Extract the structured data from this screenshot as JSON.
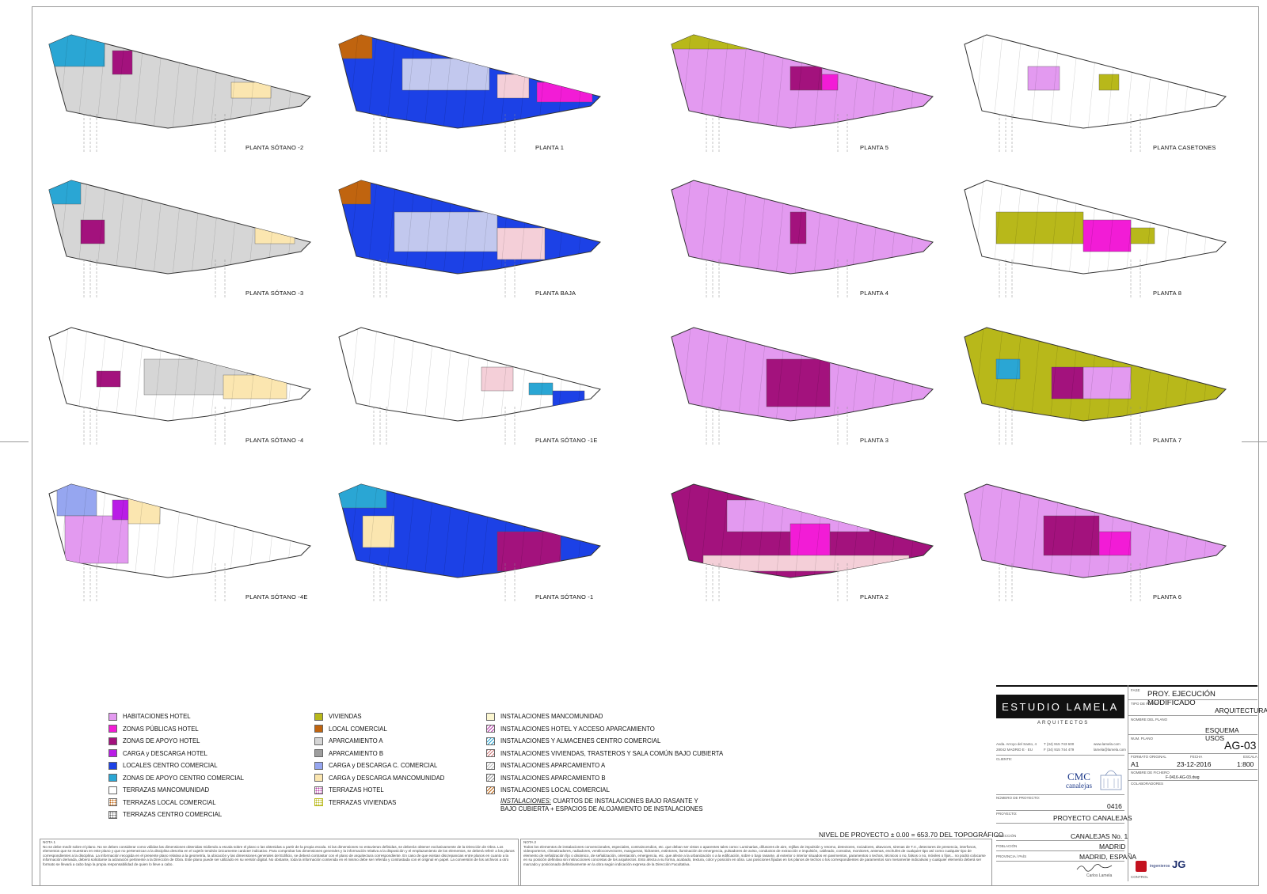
{
  "plans": {
    "sotano_2": "PLANTA SÓTANO -2",
    "sotano_3": "PLANTA SÓTANO -3",
    "sotano_4": "PLANTA SÓTANO -4",
    "sotano_4e": "PLANTA SÓTANO -4E",
    "planta_1": "PLANTA 1",
    "planta_baja": "PLANTA BAJA",
    "sotano_1e": "PLANTA SÓTANO -1E",
    "sotano_1": "PLANTA SÓTANO -1",
    "planta_5": "PLANTA 5",
    "planta_4": "PLANTA 4",
    "planta_3": "PLANTA 3",
    "planta_2": "PLANTA 2",
    "casetones": "PLANTA CASETONES",
    "planta_8": "PLANTA 8",
    "planta_7": "PLANTA 7",
    "planta_6": "PLANTA 6"
  },
  "colors": {
    "habitaciones": "#e39af0",
    "zonas_publicas": "#f21cd6",
    "apoyo_hotel": "#a3127d",
    "carga_hotel": "#b91ce6",
    "locales": "#1c41e6",
    "apoyo_centro": "#2aa6d4",
    "viviendas": "#b8b81a",
    "local_comercial": "#c0640f",
    "aparcamiento_a": "#d6d6d6",
    "aparcamiento_b": "#9e9e9e",
    "carga_comercial": "#96a6f0",
    "carga_mancomunidad": "#fbe6b0",
    "inst_mancomunidad": "#fbf6d0",
    "pasillo": "#c2c8ee",
    "pink_light": "#f4cfd8"
  },
  "legend": {
    "col1": [
      "HABITACIONES HOTEL",
      "ZONAS PÚBLICAS HOTEL",
      "ZONAS DE APOYO HOTEL",
      "CARGA y DESCARGA HOTEL",
      "LOCALES CENTRO COMERCIAL",
      "ZONAS DE APOYO CENTRO COMERCIAL",
      "TERRAZAS MANCOMUNIDAD",
      "TERRAZAS LOCAL COMERCIAL",
      "TERRAZAS CENTRO COMERCIAL"
    ],
    "col2": [
      "VIVIENDAS",
      "LOCAL COMERCIAL",
      "APARCAMIENTO A",
      "APARCAMIENTO B",
      "CARGA y DESCARGA C. COMERCIAL",
      "CARGA y DESCARGA MANCOMUNIDAD",
      "TERRAZAS HOTEL",
      "TERRAZAS VIVIENDAS"
    ],
    "col3": [
      "INSTALACIONES MANCOMUNIDAD",
      "INSTALACIONES HOTEL Y ACCESO APARCAMIENTO",
      "INSTALACIONES  Y ALMACENES CENTRO COMERCIAL",
      "INSTALACIONES VIVIENDAS, TRASTEROS Y SALA COMÚN BAJO CUBIERTA",
      "INSTALACIONES APARCAMIENTO A",
      "INSTALACIONES APARCAMIENTO B",
      "INSTALACIONES LOCAL COMERCIAL"
    ],
    "inst_title": "INSTALACIONES:",
    "inst_text1": " CUARTOS DE INSTALACIONES BAJO RASANTE Y",
    "inst_text2": "BAJO CUBIERTA + ESPACIOS DE ALOJAMIENTO DE INSTALACIONES"
  },
  "nivel": "NIVEL DE PROYECTO ± 0.00 = 653.70 DEL TOPOGRÁFICO",
  "notes": {
    "nota1_title": "NOTA 1",
    "nota1": "No se debe medir sobre el plano. No se deben considerar como válidas las dimensiones obtenidas midiendo a escala sobre el plano o las obtenidas a partir de la propia escala. Si las dimensiones no estuvieran definidas, se deberán obtener exclusivamente de la Dirección de Obra. Los elementos que se muestran en este plano y que no pertenezcan a la disciplina descrita en el cajetín tendrán únicamente carácter indicativo. Para comprobar las dimensiones generales y la información relativa a la disposición y el emplazamiento de los elementos, se deberá referir a los planos correspondientes a la disciplina. La información recogida en el presente plano relativa a la geometría, la ubicación y las dimensiones generales del Edificio, se deberá contrastar con el plano de arquitectura correspondiente. En caso de que existan discrepancias entre planos en cuanto a la información derivada, deberá solicitarse la aclaración pertinente a la Dirección de Obra. Este plano puede ser utilizado en su versión digital. No obstante, toda la información contenida en el mismo debe ser referida y contrastada con el original en papel. La conversión de los archivos a otro formato se llevará a cabo bajo la propia responsabilidad de quien lo lleve a cabo.",
    "nota2_title": "NOTA 2",
    "nota2": "Todos los elementos de instalaciones convencionales, especiales, contraincendios, etc. que deban ser vistos o aparentes tales como: Luminarias, difusores de aire, rejillas de impulsión y retorno, detectores, rociadores, altavoces, sirenas de T.V., detectores de presencia, interfonos, videoporteros, climatizadores, radiadores, ventiloconvectores, mangueras, hidrantes, extintores, iluminación de emergencia, pulsadores de aviso, conductos de extracción e impulsión, cableado, consolas, monitores, antenas, enchufes de cualquier tipo así como cualquier tipo de elemento de señalización fijo o dinámico, de señalización, orientación, emergencia, etc. que afecte a la urbanización o a la edificación, sobre o bajo rasante, al exterior o interior situados en pavimentos, paramentos o techos, técnicos o no, falsos o no, móviles o fijos... no podrá colocarse en su posición definitiva sin instrucciones concretas de los arquitectos. Esto afecta a su forma, acabado, textura, color y posición en obra. Las posiciones fijadas en los planos de techos o los correspondientes de paramentos son meramente indicativas y cualquier elemento deberá ser marcado y posicionado definitivamente en la obra según indicación expresa de la Dirección Facultativa."
  },
  "titleblock": {
    "studio": "ESTUDIO LAMELA",
    "studio_sub": "ARQUITECTOS",
    "address1": "Avda. Arroyo del Santo, 4",
    "address2": "28042 MADRID   E · EU",
    "phone1": "T (34) 915 743 600",
    "phone2": "F (34) 915 744 479",
    "web1": "www.lamela.com",
    "web2": "lamela@lamela.com",
    "cliente_lbl": "CLIENTE:",
    "cliente_logo": "CMC",
    "cliente_logo2": "canalejas",
    "fase_lbl": "FASE",
    "fase": "PROY. EJECUCIÓN MODIFICADO",
    "tipo_lbl": "TIPO DE PLANO",
    "tipo": "ARQUITECTURA",
    "nombre_lbl": "NOMBRE DEL PLANO",
    "nombre": "ESQUEMA USOS",
    "num_lbl": "NUM. PLANO",
    "num": "AG-03",
    "formato_lbl": "FORMATO ORIGINAL",
    "formato": "A1",
    "fecha_lbl": "FECHA",
    "fecha": "23-12-2016",
    "escala_lbl": "ESCALA",
    "escala": "1:800",
    "fichero_lbl": "NOMBRE DE FICHERO",
    "fichero": "F-0416-AG-03.dwg",
    "colab_lbl": "COLABORADORES",
    "numproy_lbl": "NÚMERO DE PROYECTO:",
    "numproy": "0416",
    "proyecto_lbl": "PROYECTO:",
    "proyecto": "PROYECTO CANALEJAS",
    "direccion_lbl": "DIRECCIÓN",
    "direccion": "CANALEJAS No. 1",
    "poblacion_lbl": "POBLACIÓN",
    "poblacion": "MADRID",
    "provincia_lbl": "PROVINCIA / PAÍS",
    "provincia": "MADRID, ESPAÑA",
    "firma": "Carlos Lamela",
    "control_lbl": "CONTROL",
    "jg_text": "ingenieros",
    "jg_logo": "JG"
  }
}
